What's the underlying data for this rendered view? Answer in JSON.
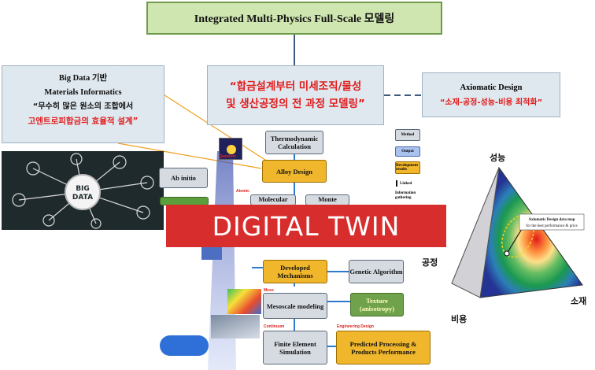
{
  "top": {
    "title": "Integrated Multi-Physics Full-Scale 모델링"
  },
  "center": {
    "line1": "“합금설계부터 미세조직/물성",
    "line2": "및 생산공정의 전 과정 모델링”"
  },
  "left_box": {
    "line1": "Big Data 기반",
    "line2": "Materials Informatics",
    "line3": "“무수히 많은 원소의 조합에서",
    "line4": "고엔트로피합금의 효율적 설계”"
  },
  "right_box": {
    "title": "Axiomatic Design",
    "subtitle": "“소재-공정-성능-비용 최적화”"
  },
  "bigdata": {
    "label_line1": "BIG",
    "label_line2": "DATA"
  },
  "flow": {
    "thermo": "Thermodynamic Calculation",
    "alloy": "Alloy Design",
    "abinitio": "Ab initio",
    "molecular": "Molecular",
    "monte": "Monte",
    "developed": "Developed Mechanisms",
    "genetic": "Genetic Algorithm",
    "mesoscale": "Mesoscale modeling",
    "texture": "Texture (anisotropy)",
    "fem": "Finite Element Simulation",
    "predicted": "Predicted Processing & Products Performance",
    "lbl_quantum": "Quantum",
    "lbl_atomic": "Atomic",
    "lbl_meso": "Meso",
    "lbl_continuum": "Continuum",
    "lbl_engineering": "Engineering Design"
  },
  "legend": {
    "method": "Method",
    "output": "Output",
    "development": "Development results",
    "linked": "Linked",
    "information": "Information gathering"
  },
  "banner": {
    "text": "DIGITAL TWIN"
  },
  "triangle": {
    "top": "성능",
    "left": "공정",
    "right": "소재",
    "bottom": "비용",
    "annotation_line1": "Axiomatic Design data map",
    "annotation_line2": "for the best performance & price"
  },
  "colors": {
    "red": "#e21b1b",
    "banner": "#d82d2d",
    "gold": "#f1b72c",
    "green_box": "#cfe6b0"
  }
}
